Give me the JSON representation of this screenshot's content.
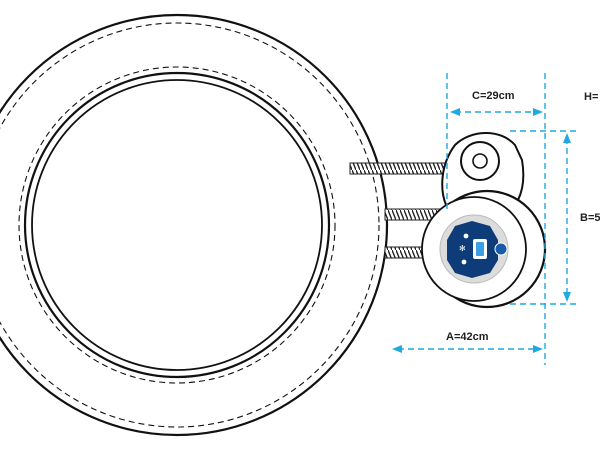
{
  "dimensions": {
    "a_label": "A=42cm",
    "b_label": "B=5",
    "c_label": "C=29cm",
    "h_label": "H="
  },
  "colors": {
    "outline": "#111111",
    "dimension_line": "#1fa9e1",
    "control_panel": "#0d3c78",
    "panel_background": "#dcdcdc"
  },
  "icons": [
    "wheel-rim",
    "threaded-rod",
    "pulley-wheel",
    "motor-hub",
    "control-panel",
    "screen-icon",
    "snowflake-icon"
  ]
}
